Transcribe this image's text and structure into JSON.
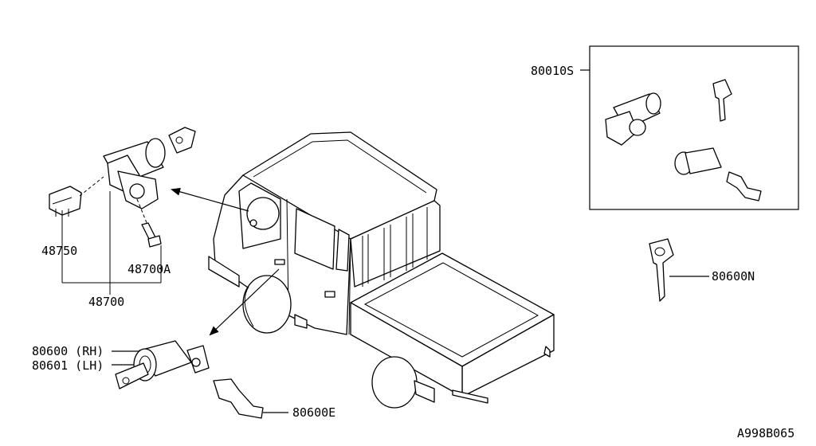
{
  "diagram_code": "A998B065",
  "parts": {
    "kit": "80010S",
    "key_n": "80600N",
    "ignition_assy": "48700",
    "ignition_a": "48700A",
    "ignition_switch": "48750",
    "door_rh": "80600 (RH)",
    "door_lh": "80601 (LH)",
    "door_e": "80600E"
  }
}
